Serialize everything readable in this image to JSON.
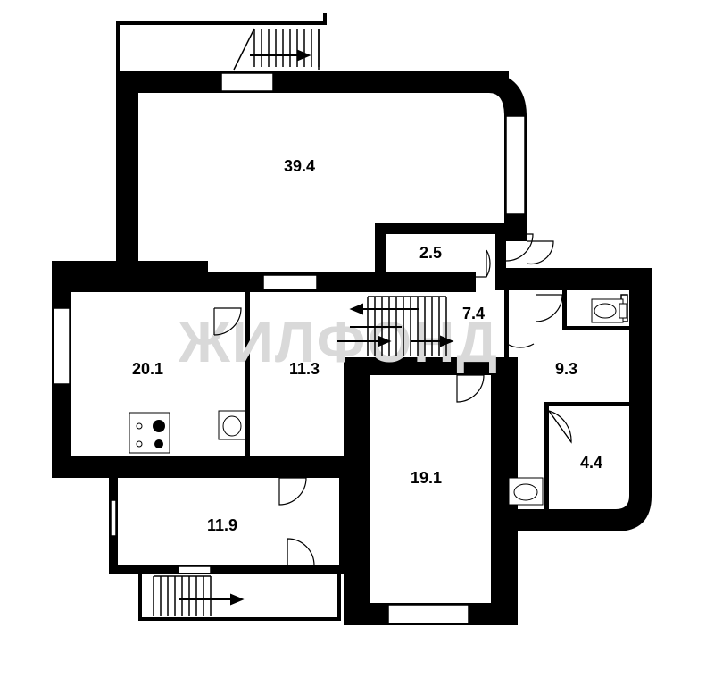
{
  "watermark": "ЖИЛФОНД",
  "rooms": [
    {
      "id": "main-hall",
      "area": "39.4"
    },
    {
      "id": "storage-small",
      "area": "2.5"
    },
    {
      "id": "hallway",
      "area": "7.4"
    },
    {
      "id": "kitchen",
      "area": "20.1"
    },
    {
      "id": "room-middle",
      "area": "11.3"
    },
    {
      "id": "bathroom",
      "area": "9.3"
    },
    {
      "id": "closet",
      "area": "4.4"
    },
    {
      "id": "room-long",
      "area": "19.1"
    },
    {
      "id": "room-lower",
      "area": "11.9"
    }
  ],
  "colors": {
    "wall": "#000000",
    "window": "#ffffff",
    "watermark": "#d9d9d9",
    "background": "#ffffff"
  },
  "icons": [
    "stairs-icon",
    "arrow-icon",
    "door-swing-icon",
    "stove-icon",
    "sink-icon",
    "toilet-icon"
  ]
}
